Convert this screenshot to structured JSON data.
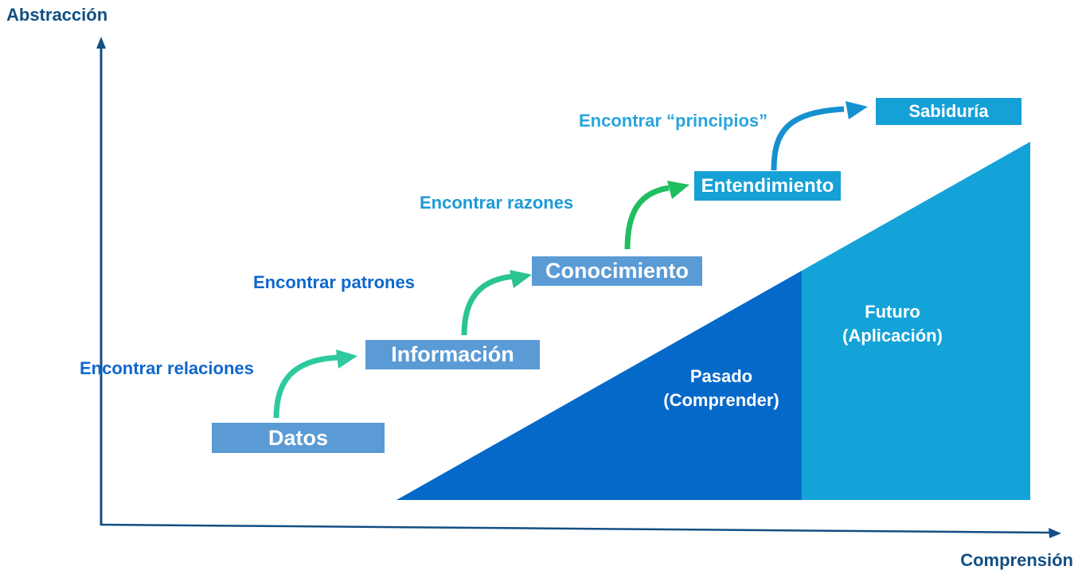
{
  "axes": {
    "y_label": "Abstracción",
    "x_label": "Comprensión",
    "color": "#134F83"
  },
  "steps": [
    {
      "label": "Datos",
      "annotation": "Encontrar relaciones",
      "box_color": "#5B9BD5",
      "annotation_color": "#0E67CE",
      "arrow_color": "#2FC9A0"
    },
    {
      "label": "Información",
      "annotation": "Encontrar patrones",
      "box_color": "#5B9BD5",
      "annotation_color": "#0E67CE",
      "arrow_color": "#2BC48F"
    },
    {
      "label": "Conocimiento",
      "annotation": "Encontrar razones",
      "box_color": "#5B9BD5",
      "annotation_color": "#1D9AD6",
      "arrow_color": "#1FBE5F"
    },
    {
      "label": "Entendimiento",
      "annotation": "Encontrar “principios”",
      "box_color": "#15A0D6",
      "annotation_color": "#29A4DE",
      "arrow_color": "#1691D0"
    },
    {
      "label": "Sabiduría",
      "box_color": "#15A0D6"
    }
  ],
  "regions": {
    "past": {
      "line1": "Pasado",
      "line2": "(Comprender)",
      "color": "#0569C9"
    },
    "future": {
      "line1": "Futuro",
      "line2": "(Aplicación)",
      "color": "#14A3D8"
    }
  }
}
